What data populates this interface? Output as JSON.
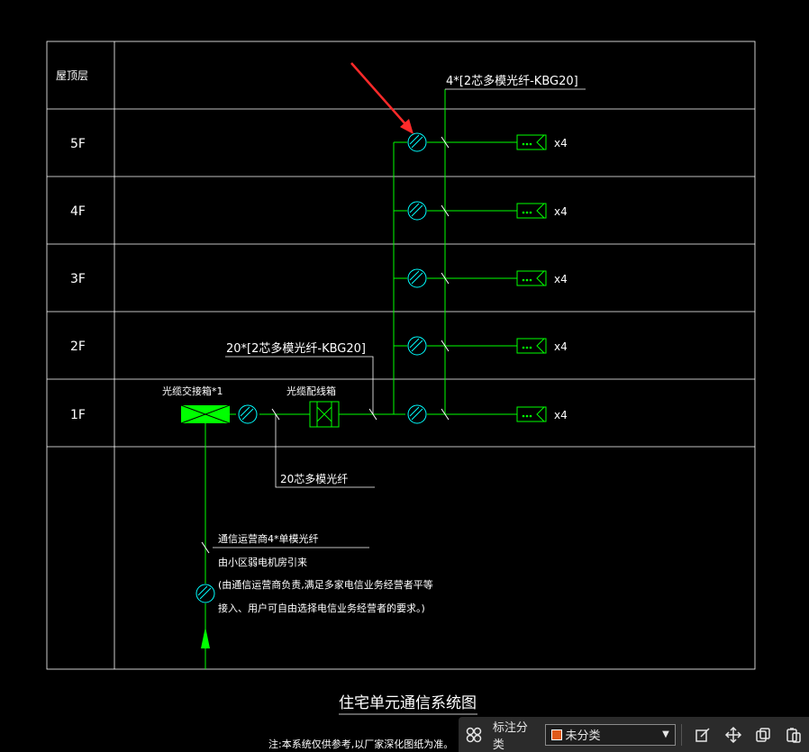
{
  "colors": {
    "background": "#000000",
    "grid": "#ffffff",
    "wire": "#00ff00",
    "symbol": "#00ffff",
    "text": "#ffffff",
    "arrow": "#ff2a2a",
    "category_swatch": "#e05a1a"
  },
  "floors": [
    {
      "label": "屋顶层"
    },
    {
      "label": "5F"
    },
    {
      "label": "4F"
    },
    {
      "label": "3F"
    },
    {
      "label": "2F"
    },
    {
      "label": "1F"
    },
    {
      "label": ""
    }
  ],
  "outlet_multiplier": "x4",
  "labels": {
    "riser_cable": "4*[2芯多模光纤-KBG20]",
    "trunk_cable": "20*[2芯多模光纤-KBG20]",
    "cable_junction_box": "光缆交接箱*1",
    "fiber_distribution_box": "光缆配线箱",
    "fiber_20core": "20芯多模光纤",
    "operator_fiber": "通信运营商4*单模光纤",
    "note_line1": "由小区弱电机房引来",
    "note_line2": "(由通信运营商负责,满足多家电信业务经营者平等",
    "note_line3": "接入、用户可自由选择电信业务经营者的要求。)",
    "title": "住宅单元通信系统图",
    "footnote": "注:本系统仅供参考,以厂家深化图纸为准。"
  },
  "toolbar": {
    "category_label": "标注分类",
    "category_value": "未分类",
    "icons": [
      "grid-icon",
      "edit-icon",
      "move-icon",
      "copy-icon",
      "paste-icon"
    ]
  }
}
